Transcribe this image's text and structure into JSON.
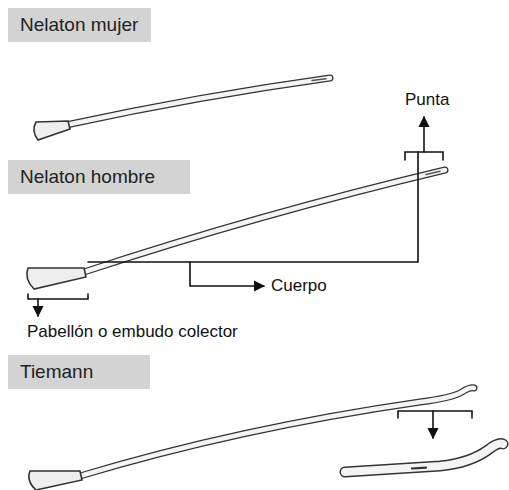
{
  "diagram": {
    "nodes": [
      {
        "text": [
          "Nelaton mujer"
        ]
      },
      {
        "text": [
          "Nelaton hombre"
        ]
      },
      {
        "text": [
          "Tiemann"
        ]
      }
    ],
    "labels": [
      "Punta",
      "Cuerpo",
      "Pabellón o embudo colector"
    ]
  }
}
